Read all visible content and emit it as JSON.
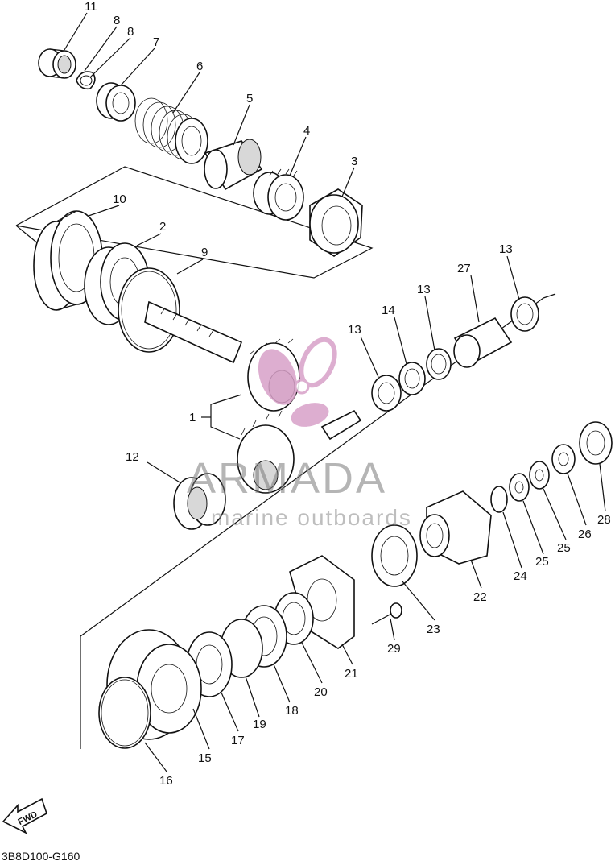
{
  "diagram": {
    "callouts": [
      {
        "id": "c1",
        "text": "1"
      },
      {
        "id": "c2",
        "text": "2"
      },
      {
        "id": "c3",
        "text": "3"
      },
      {
        "id": "c4",
        "text": "4"
      },
      {
        "id": "c5",
        "text": "5"
      },
      {
        "id": "c6",
        "text": "6"
      },
      {
        "id": "c7",
        "text": "7"
      },
      {
        "id": "c8a",
        "text": "8"
      },
      {
        "id": "c8b",
        "text": "8"
      },
      {
        "id": "c9",
        "text": "9"
      },
      {
        "id": "c10",
        "text": "10"
      },
      {
        "id": "c11",
        "text": "11"
      },
      {
        "id": "c12",
        "text": "12"
      },
      {
        "id": "c13a",
        "text": "13"
      },
      {
        "id": "c13b",
        "text": "13"
      },
      {
        "id": "c13c",
        "text": "13"
      },
      {
        "id": "c14",
        "text": "14"
      },
      {
        "id": "c15",
        "text": "15"
      },
      {
        "id": "c16",
        "text": "16"
      },
      {
        "id": "c17",
        "text": "17"
      },
      {
        "id": "c18",
        "text": "18"
      },
      {
        "id": "c19",
        "text": "19"
      },
      {
        "id": "c20",
        "text": "20"
      },
      {
        "id": "c21",
        "text": "21"
      },
      {
        "id": "c22",
        "text": "22"
      },
      {
        "id": "c23",
        "text": "23"
      },
      {
        "id": "c24",
        "text": "24"
      },
      {
        "id": "c25a",
        "text": "25"
      },
      {
        "id": "c25b",
        "text": "25"
      },
      {
        "id": "c26",
        "text": "26"
      },
      {
        "id": "c27",
        "text": "27"
      },
      {
        "id": "c28",
        "text": "28"
      },
      {
        "id": "c29",
        "text": "29"
      }
    ],
    "fwd_label": "FWD",
    "diagram_code": "3B8D100-G160"
  },
  "watermark": {
    "brand": "ARMADA",
    "tagline": "marine outboards",
    "logo_color": "#d8a0c8",
    "text_color": "#808080"
  }
}
